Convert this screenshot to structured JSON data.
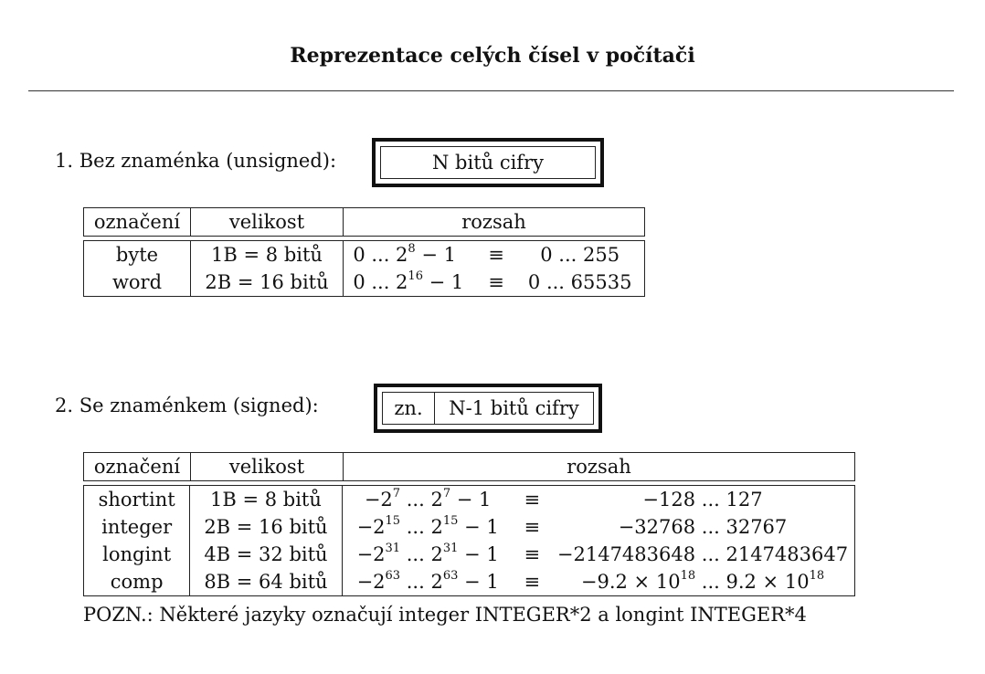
{
  "title": "Reprezentace celých čísel v počítači",
  "section1": {
    "heading": "1. Bez znaménka (unsigned):",
    "box_label": "N bitů cifry",
    "headers": [
      "označení",
      "velikost",
      "rozsah"
    ],
    "rows": [
      {
        "name": "byte",
        "size": "1B = 8 bitů",
        "range_lo": "0 ... 2",
        "range_exp": "8",
        "range_tail": " − 1",
        "equiv": "≡",
        "range_dec": "0 ... 255"
      },
      {
        "name": "word",
        "size": "2B = 16 bitů",
        "range_lo": "0 ... 2",
        "range_exp": "16",
        "range_tail": " − 1",
        "equiv": "≡",
        "range_dec": "0 ... 65535"
      }
    ]
  },
  "section2": {
    "heading": "2. Se znaménkem (signed):",
    "box_sign": "zn.",
    "box_label": "N-1 bitů cifry",
    "headers": [
      "označení",
      "velikost",
      "rozsah"
    ],
    "rows": [
      {
        "name": "shortint",
        "size": "1B = 8 bitů",
        "a": "−2",
        "a_exp": "7",
        "b": " ... 2",
        "b_exp": "7",
        "tail": " − 1",
        "equiv": "≡",
        "dec": "−128 ... 127"
      },
      {
        "name": "integer",
        "size": "2B = 16 bitů",
        "a": "−2",
        "a_exp": "15",
        "b": " ... 2",
        "b_exp": "15",
        "tail": " − 1",
        "equiv": "≡",
        "dec": "−32768 ... 32767"
      },
      {
        "name": "longint",
        "size": "4B = 32 bitů",
        "a": "−2",
        "a_exp": "31",
        "b": " ... 2",
        "b_exp": "31",
        "tail": " − 1",
        "equiv": "≡",
        "dec": "−2147483648 ... 2147483647"
      },
      {
        "name": "comp",
        "size": "8B = 64 bitů",
        "a": "−2",
        "a_exp": "63",
        "b": " ... 2",
        "b_exp": "63",
        "tail": " − 1",
        "equiv": "≡",
        "dec_a": "−9.2 × 10",
        "dec_a_exp": "18",
        "dec_b": " ... 9.2 × 10",
        "dec_b_exp": "18"
      }
    ]
  },
  "note": "POZN.: Některé jazyky označují integer INTEGER*2 a longint INTEGER*4"
}
